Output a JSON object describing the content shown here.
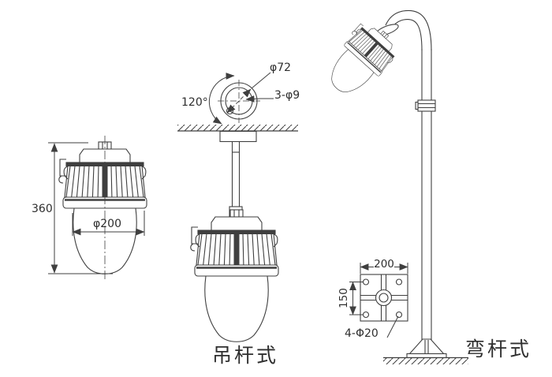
{
  "colors": {
    "line": "#3f3f3f",
    "text": "#2e2e2e",
    "bg": "#ffffff"
  },
  "front_view": {
    "height_dim": "360",
    "diameter_dim": "φ200"
  },
  "flange_detail": {
    "bolt_circle_dim": "φ72",
    "holes_dim": "3-φ9",
    "angle_dim": "120°"
  },
  "pendant_view": {
    "label": "吊杆式"
  },
  "bent_pole_view": {
    "label": "弯杆式"
  },
  "base_plate_detail": {
    "width_dim": "200",
    "hole_spacing_dim": "150",
    "holes_dim": "4-Φ20"
  }
}
